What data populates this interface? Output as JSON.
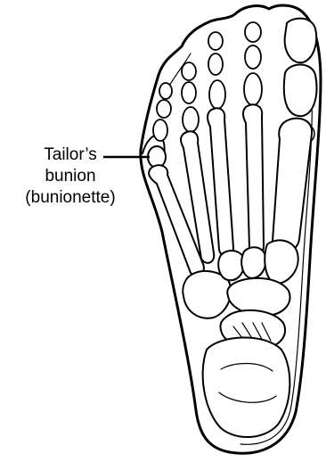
{
  "label": {
    "line1": "Tailor’s",
    "line2": "bunion",
    "line3": "(bunionette)"
  },
  "colors": {
    "stroke": "#000000",
    "fill": "#ffffff"
  }
}
